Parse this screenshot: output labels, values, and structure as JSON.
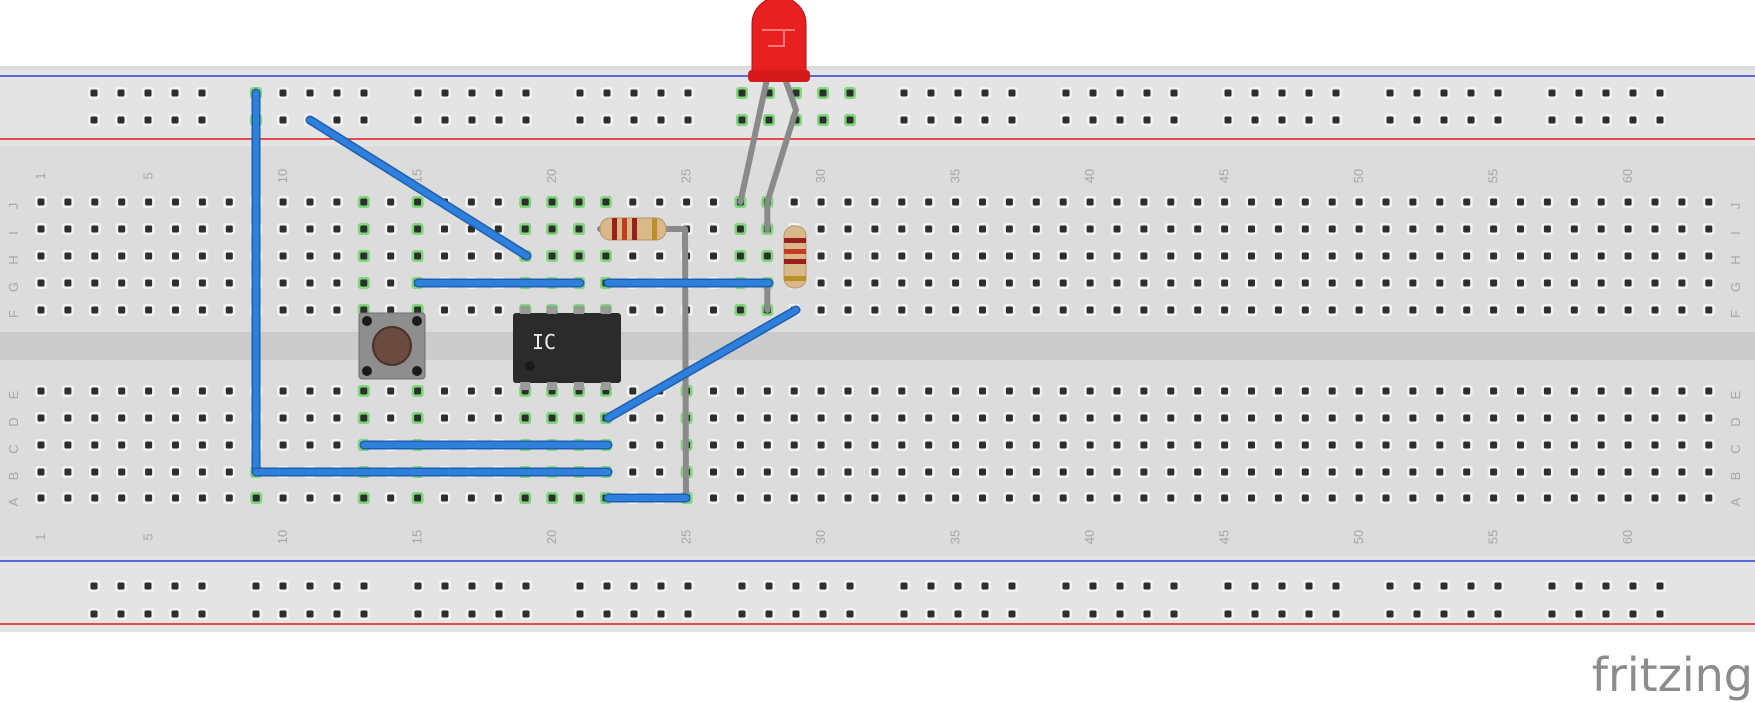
{
  "colors": {
    "board": "#dcdcdc",
    "rail": "#e4e4e4",
    "channel": "#cbcbcb",
    "hole": "#2e2e2e",
    "hole_ring": "#f2f2f2",
    "connected": "#7fd67a",
    "wire": "#2f7fdc",
    "wire_edge": "#1d5fae",
    "rail_red": "#e01b1b",
    "rail_blue": "#2a3fd6",
    "label": "#a6a6a6",
    "lead": "#8a8a8a",
    "ic_body": "#2b2b2b",
    "button_base": "#8e8e8e",
    "button_cap": "#6b4a3f",
    "led": "#e82020",
    "resistor_body": "#d9b98a"
  },
  "breadboard": {
    "top_row_letters": [
      "J",
      "I",
      "H",
      "G",
      "F"
    ],
    "bottom_row_letters": [
      "E",
      "D",
      "C",
      "B",
      "A"
    ],
    "column_labels": [
      "1",
      "5",
      "10",
      "15",
      "20",
      "25",
      "30",
      "35",
      "40",
      "45",
      "50",
      "55",
      "60"
    ],
    "columns": 63
  },
  "components": {
    "ic_label": "IC",
    "pushbutton": "pushbutton-icon",
    "led": "led-icon",
    "resistors": [
      "resistor-horizontal",
      "resistor-vertical"
    ]
  },
  "brand": "fritzing"
}
